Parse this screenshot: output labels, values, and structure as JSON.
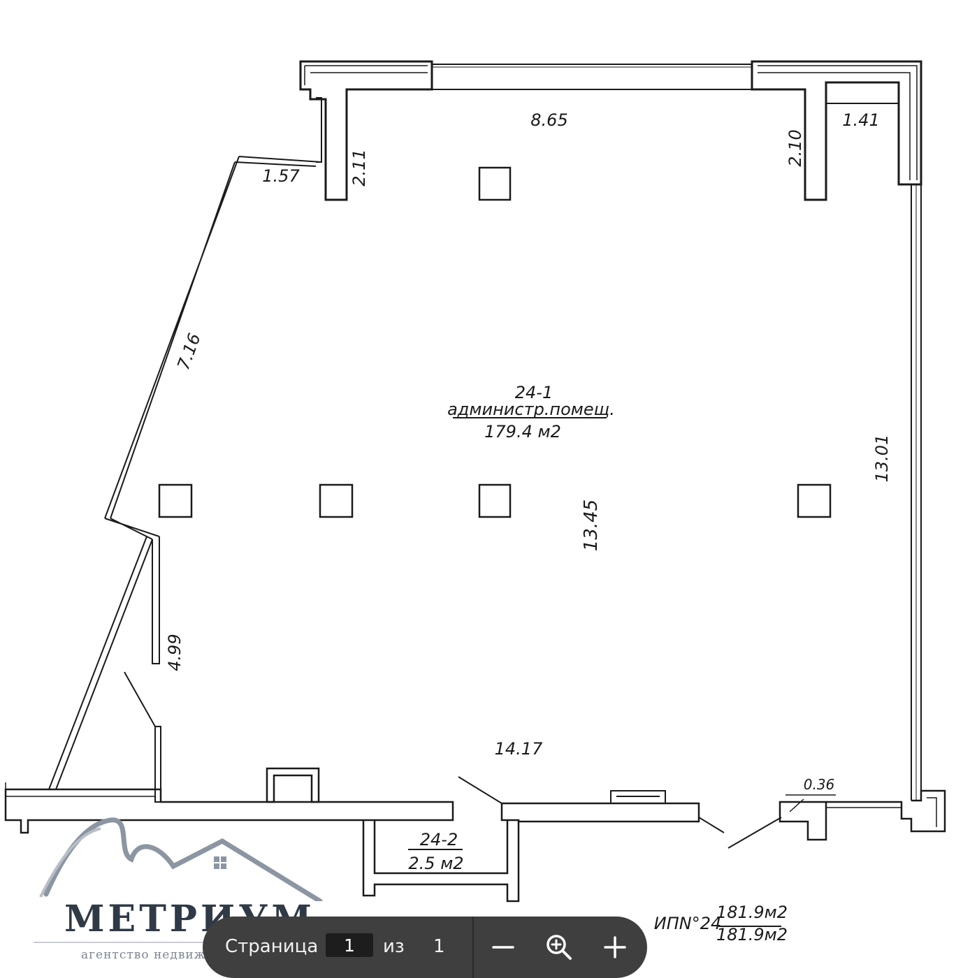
{
  "plan": {
    "room_main": {
      "number": "24-1",
      "name": "администр.помещ.",
      "area": "179.4 м2"
    },
    "room_small": {
      "number": "24-2",
      "area": "2.5 м2"
    },
    "dimensions": {
      "top_wall": "8.65",
      "top_left_short": "1.57",
      "left_pier": "2.11",
      "right_pier": "2.10",
      "top_right_short": "1.41",
      "diagonal_wall": "7.16",
      "room_depth": "13.45",
      "right_wall": "13.01",
      "left_lower_wall": "4.99",
      "bottom_wall": "14.17",
      "small_offset": "0.36"
    },
    "summary": {
      "label": "ИПN°24",
      "area_top": "181.9м2",
      "area_bottom": "181.9м2"
    }
  },
  "watermark": {
    "name": "МЕТРИУМ",
    "tagline": "агентство недвижимости"
  },
  "pdf_toolbar": {
    "page_label": "Страница",
    "current_page": "1",
    "of_label": "из",
    "total_pages": "1",
    "icons": [
      "zoom-out-icon",
      "zoom-fit-icon",
      "zoom-in-icon"
    ]
  }
}
